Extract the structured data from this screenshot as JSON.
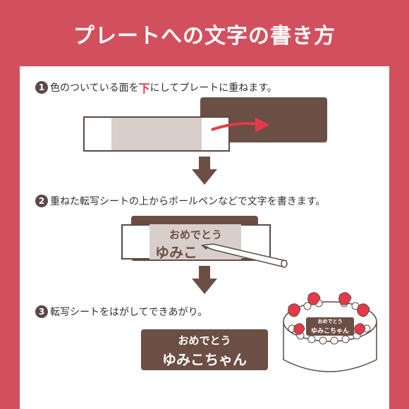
{
  "title": "プレートへの文字の書き方",
  "steps": [
    {
      "num": "1",
      "pre": "色のついている面を",
      "accent": "下",
      "post": "にしてプレートに重ねます。"
    },
    {
      "num": "2",
      "text": "重ねた転写シートの上からボールペンなどで文字を書きます。"
    },
    {
      "num": "3",
      "text": "転写シートをはがしてできあがり。"
    }
  ],
  "sheet_text": {
    "line1": "おめでとう",
    "line2": "ゆみこ"
  },
  "plate_text": {
    "line1": "おめでとう",
    "line2": "ゆみこちゃん"
  },
  "cake_plate_text": {
    "line1": "おめでとう",
    "line2": "ゆみこちゃん"
  },
  "colors": {
    "background": "#d2505e",
    "plate": "#6b4e44",
    "accent": "#e33a4b",
    "sheet_gray": "#d8cfcb"
  }
}
